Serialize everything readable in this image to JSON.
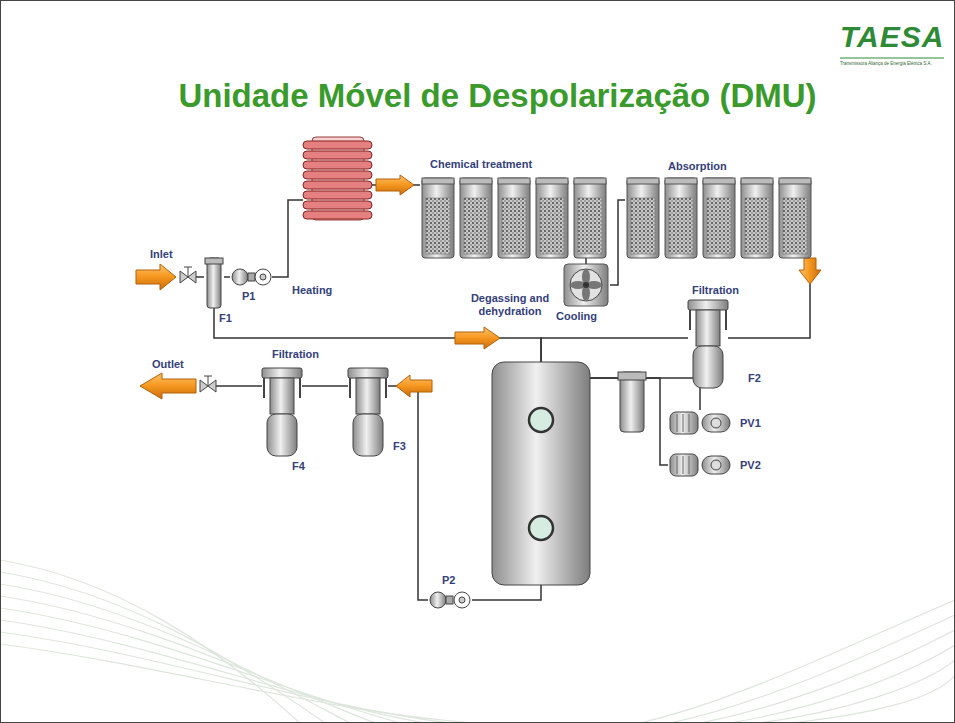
{
  "diagram": {
    "title": "Unidade Móvel de Despolarização (DMU)",
    "nodes": [
      {
        "text": [
          "Inlet"
        ]
      },
      {
        "text": [
          "F1"
        ]
      },
      {
        "text": [
          "P1"
        ]
      },
      {
        "text": [
          "Heating"
        ]
      },
      {
        "text": [
          "Chemical treatment"
        ]
      },
      {
        "text": [
          "Absorption"
        ]
      },
      {
        "text": [
          "Cooling"
        ]
      },
      {
        "text": [
          "Filtration",
          "F2"
        ]
      },
      {
        "text": [
          "Degassing and dehydration"
        ]
      },
      {
        "text": [
          "PV1"
        ]
      },
      {
        "text": [
          "PV2"
        ]
      },
      {
        "text": [
          "P2"
        ]
      },
      {
        "text": [
          "F3"
        ]
      },
      {
        "text": [
          "F4"
        ]
      },
      {
        "text": [
          "Outlet"
        ]
      }
    ],
    "edges": [
      {
        "from": 0,
        "to": 1,
        "arrow": "none"
      },
      {
        "from": 1,
        "to": 2,
        "arrow": "none"
      },
      {
        "from": 2,
        "to": 3,
        "arrow": "none"
      },
      {
        "from": 3,
        "to": 4,
        "arrow": "none"
      },
      {
        "from": 4,
        "to": 6,
        "arrow": "none"
      },
      {
        "from": 6,
        "to": 5,
        "arrow": "none"
      },
      {
        "from": 5,
        "to": 7,
        "arrow": "none"
      },
      {
        "from": 7,
        "to": 8,
        "arrow": "none"
      },
      {
        "from": 1,
        "to": 8,
        "arrow": "none"
      },
      {
        "from": 8,
        "to": 9,
        "arrow": "none"
      },
      {
        "from": 8,
        "to": 10,
        "arrow": "none"
      },
      {
        "from": 8,
        "to": 11,
        "arrow": "none"
      },
      {
        "from": 11,
        "to": 12,
        "arrow": "none"
      },
      {
        "from": 12,
        "to": 13,
        "arrow": "none"
      },
      {
        "from": 13,
        "to": 14,
        "arrow": "none"
      }
    ],
    "labels": [
      "TAESA",
      "Transmissora Aliança de Energia Elétrica S.A.",
      "Filtration"
    ]
  }
}
